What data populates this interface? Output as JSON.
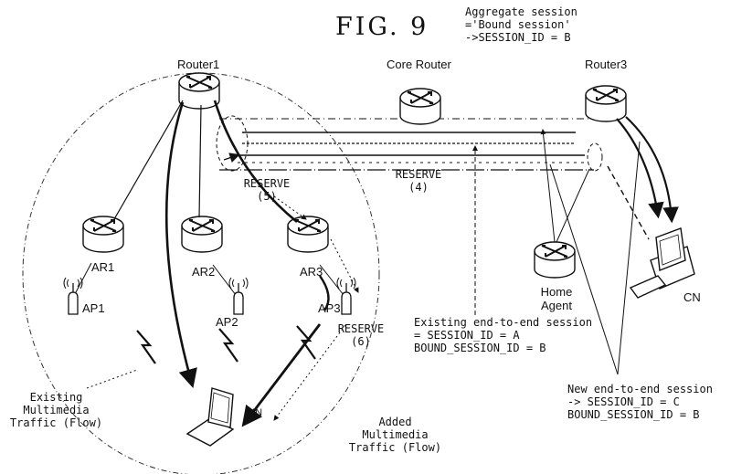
{
  "figure": {
    "title": "FIG. 9",
    "aggregate_note": [
      "Aggregate session",
      "='Bound session'",
      "->SESSION_ID = B"
    ]
  },
  "nodes": {
    "router1": "Router1",
    "core_router": "Core Router",
    "router3": "Router3",
    "ar1": "AR1",
    "ar2": "AR2",
    "ar3": "AR3",
    "ap1": "AP1",
    "ap2": "AP2",
    "ap3": "AP3",
    "home_agent": [
      "Home",
      "Agent"
    ],
    "cn": "CN",
    "mn": "MN"
  },
  "reserve": {
    "r4": [
      "RESERVE",
      "(4)"
    ],
    "r5": [
      "RESERVE",
      "(5)"
    ],
    "r6": [
      "RESERVE",
      "(6)"
    ]
  },
  "annotations": {
    "existing_session": [
      "Existing end-to-end session",
      "= SESSION_ID = A",
      "BOUND_SESSION_ID = B"
    ],
    "new_session": [
      "New end-to-end session",
      "-> SESSION_ID = C",
      "BOUND_SESSION_ID = B"
    ],
    "existing_traffic": [
      "Existing",
      "Multimedia",
      "Traffic (Flow)"
    ],
    "added_traffic": [
      "Added",
      "Multimedia",
      "Traffic (Flow)"
    ]
  },
  "colors": {
    "ink": "#111111",
    "paper": "#ffffff"
  }
}
